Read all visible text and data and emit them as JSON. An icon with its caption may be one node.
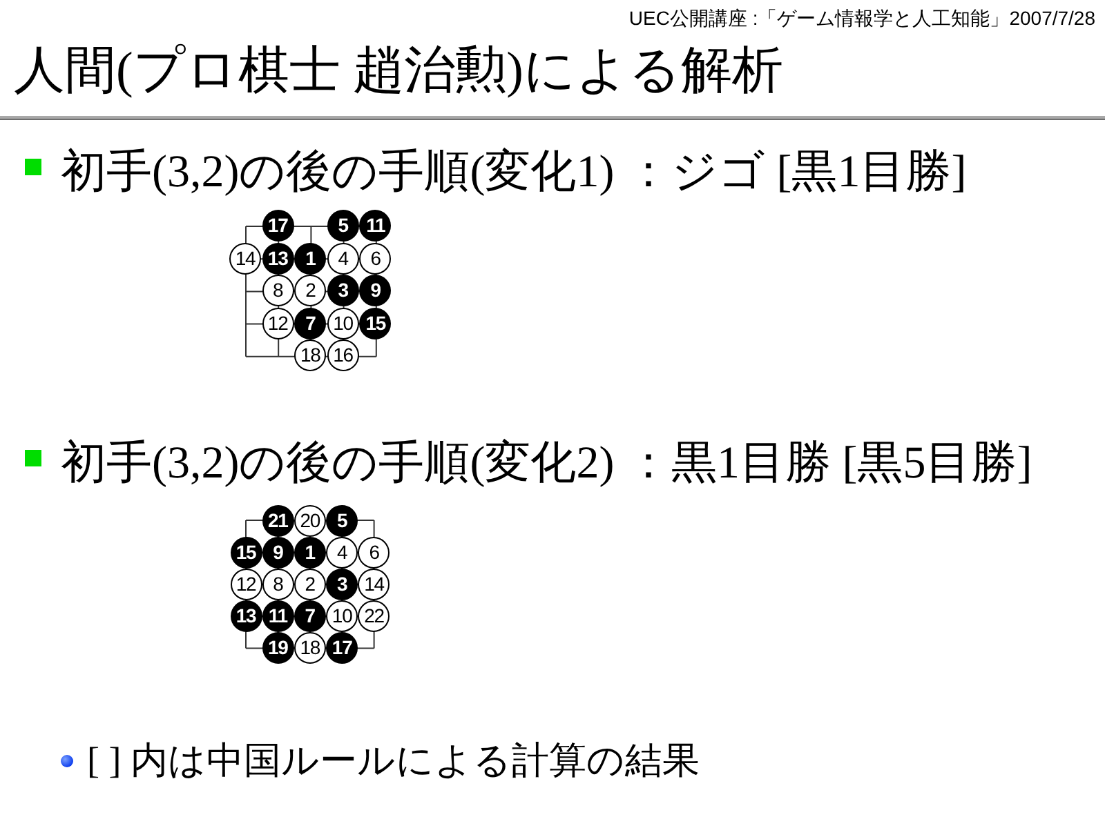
{
  "diagram": {
    "title": "人間(プロ棋士 趙治勲)による解析",
    "nodes": [
      {
        "text": [],
        "shape": "grid"
      },
      {
        "text": [
          "17"
        ],
        "in": 0
      },
      {
        "text": [
          "5"
        ],
        "in": 0
      },
      {
        "text": [
          "11"
        ],
        "in": 0
      },
      {
        "text": [
          "14"
        ],
        "in": 0
      },
      {
        "text": [
          "13"
        ],
        "in": 0
      },
      {
        "text": [
          "1"
        ],
        "in": 0
      },
      {
        "text": [
          "4"
        ],
        "in": 0
      },
      {
        "text": [
          "6"
        ],
        "in": 0
      },
      {
        "text": [
          "8"
        ],
        "in": 0
      },
      {
        "text": [
          "2"
        ],
        "in": 0
      },
      {
        "text": [
          "3"
        ],
        "in": 0
      },
      {
        "text": [
          "9"
        ],
        "in": 0
      },
      {
        "text": [
          "12"
        ],
        "in": 0
      },
      {
        "text": [
          "7"
        ],
        "in": 0
      },
      {
        "text": [
          "10"
        ],
        "in": 0
      },
      {
        "text": [
          "15"
        ],
        "in": 0
      },
      {
        "text": [
          "18"
        ],
        "in": 0
      },
      {
        "text": [
          "16"
        ],
        "in": 0
      },
      {
        "text": [],
        "shape": "grid"
      },
      {
        "text": [
          "21"
        ],
        "in": 19
      },
      {
        "text": [
          "20"
        ],
        "in": 19
      },
      {
        "text": [
          "5"
        ],
        "in": 19
      },
      {
        "text": [
          "15"
        ],
        "in": 19
      },
      {
        "text": [
          "9"
        ],
        "in": 19
      },
      {
        "text": [
          "1"
        ],
        "in": 19
      },
      {
        "text": [
          "4"
        ],
        "in": 19
      },
      {
        "text": [
          "6"
        ],
        "in": 19
      },
      {
        "text": [
          "12"
        ],
        "in": 19
      },
      {
        "text": [
          "8"
        ],
        "in": 19
      },
      {
        "text": [
          "2"
        ],
        "in": 19
      },
      {
        "text": [
          "3"
        ],
        "in": 19
      },
      {
        "text": [
          "14"
        ],
        "in": 19
      },
      {
        "text": [
          "13"
        ],
        "in": 19
      },
      {
        "text": [
          "11"
        ],
        "in": 19
      },
      {
        "text": [
          "7"
        ],
        "in": 19
      },
      {
        "text": [
          "10"
        ],
        "in": 19
      },
      {
        "text": [
          "22"
        ],
        "in": 19
      },
      {
        "text": [
          "19"
        ],
        "in": 19
      },
      {
        "text": [
          "18"
        ],
        "in": 19
      },
      {
        "text": [
          "17"
        ],
        "in": 19
      }
    ],
    "labels": [
      "UEC公開講座 :「ゲーム情報学と人工知能」2007/7/28",
      "初手(3,2)の後の手順(変化1) ：ジゴ [黒1目勝]",
      "初手(3,2)の後の手順(変化2) ：黒1目勝 [黒5目勝]",
      "[ ] 内は中国ルールによる計算の結果"
    ]
  }
}
